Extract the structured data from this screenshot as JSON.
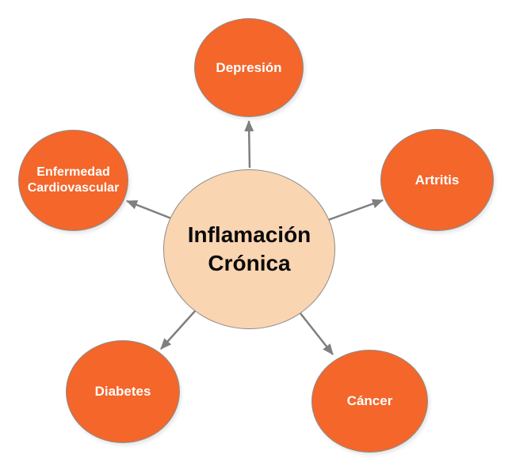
{
  "diagram": {
    "type": "hub-and-spoke",
    "center": {
      "label": "Inflamación Crónica",
      "line1": "Inflamación",
      "line2": "Crónica"
    },
    "nodes": [
      {
        "id": "depresion",
        "label": "Depresión",
        "position": "top"
      },
      {
        "id": "enfermedad-cardiovascular",
        "label": "Enfermedad Cardiovascular",
        "position": "left"
      },
      {
        "id": "artritis",
        "label": "Artritis",
        "position": "right"
      },
      {
        "id": "diabetes",
        "label": "Diabetes",
        "position": "bottom-left"
      },
      {
        "id": "cancer",
        "label": "Cáncer",
        "position": "bottom-right"
      }
    ],
    "edges": [
      {
        "from": "Inflamación Crónica",
        "to": "Depresión"
      },
      {
        "from": "Inflamación Crónica",
        "to": "Enfermedad Cardiovascular"
      },
      {
        "from": "Inflamación Crónica",
        "to": "Artritis"
      },
      {
        "from": "Inflamación Crónica",
        "to": "Diabetes"
      },
      {
        "from": "Inflamación Crónica",
        "to": "Cáncer"
      }
    ],
    "colors": {
      "node_fill": "#f4662a",
      "center_fill": "#fad5b1",
      "border": "#8c8c8c",
      "arrow": "#7f7f7f",
      "node_text": "#ffffff",
      "center_text": "#0a0a0a"
    }
  }
}
